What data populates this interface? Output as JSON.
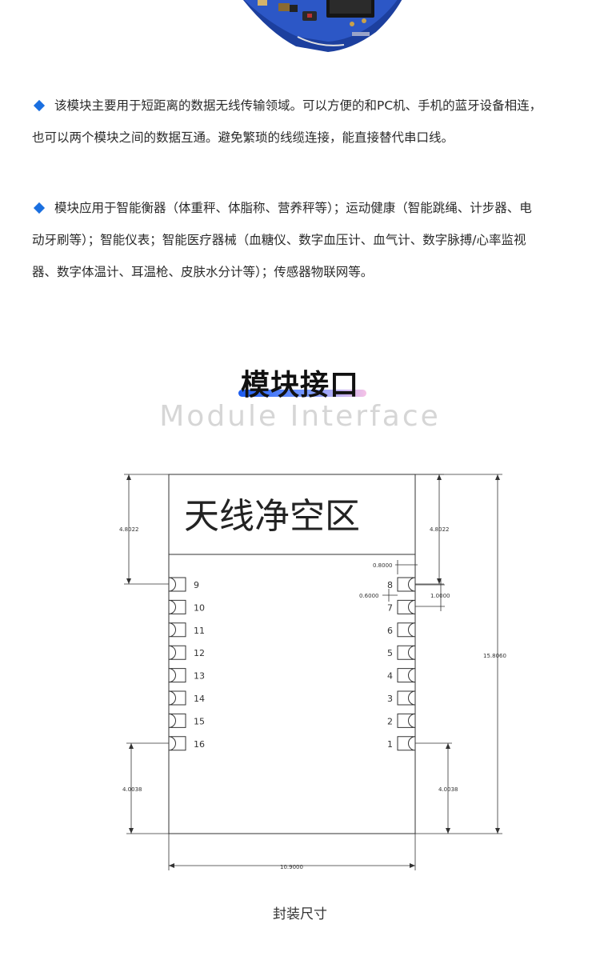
{
  "paragraphs": [
    "该模块主要用于短距离的数据无线传输领域。可以方便的和PC机、手机的蓝牙设备相连，也可以两个模块之间的数据互通。避免繁琐的线缆连接，能直接替代串口线。",
    "模块应用于智能衡器（体重秤、体脂称、营养秤等）；运动健康（智能跳绳、计步器、电动牙刷等）；智能仪表；智能医疗器械（血糖仪、数字血压计、血气计、数字脉搏/心率监视器、数字体温计、耳温枪、皮肤水分计等）；传感器物联网等。"
  ],
  "section": {
    "title": "模块接口",
    "subtitle": "Module Interface"
  },
  "diagram": {
    "antenna_label": "天线净空区",
    "left_pins": [
      "9",
      "10",
      "11",
      "12",
      "13",
      "14",
      "15",
      "16"
    ],
    "right_pins": [
      "8",
      "7",
      "6",
      "5",
      "4",
      "3",
      "2",
      "1"
    ],
    "dimensions": {
      "antenna_height": "4.8022",
      "bottom_clearance": "4.0038",
      "total_height": "15.8060",
      "width": "10.9000",
      "pad_width": "0.8000",
      "pad_height": "0.6000",
      "pitch": "1.0000"
    }
  },
  "caption": "封装尺寸",
  "colors": {
    "bullet": "#1a6fe0",
    "pcb": "#1c3f9e",
    "underline_start": "#1c5cf0",
    "underline_end": "#f6c2e6"
  }
}
